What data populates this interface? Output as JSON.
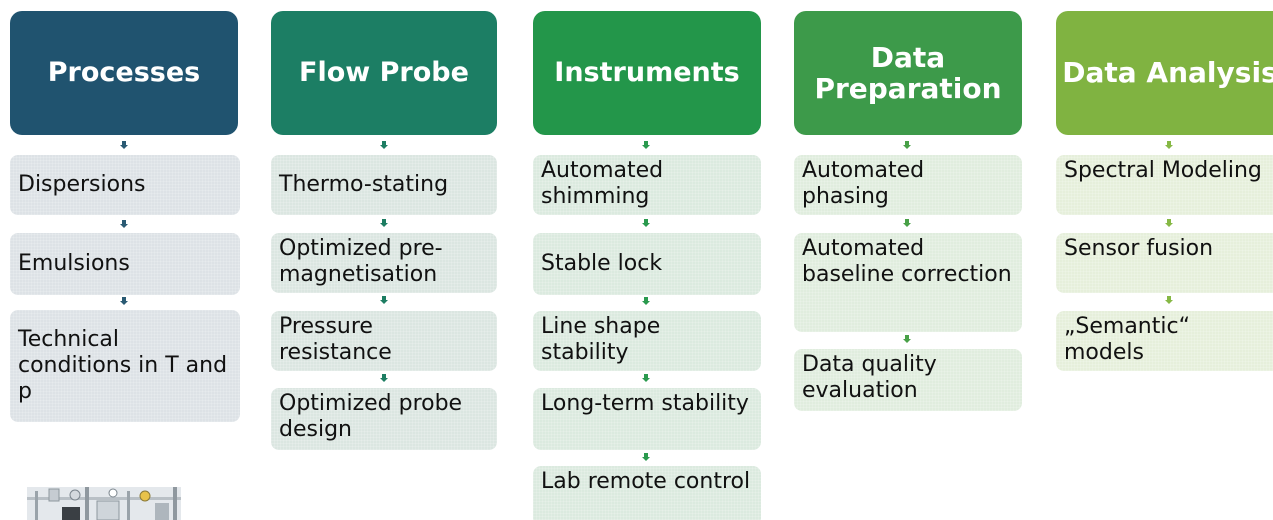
{
  "columns": [
    {
      "header": "Processes",
      "header_color": "#20536f",
      "arrow_color": "#2a5a73",
      "box_color": "#dde2e6",
      "items": [
        "Dispersions",
        "Emulsions",
        "Technical conditions in T and p"
      ]
    },
    {
      "header": "Flow Probe",
      "header_color": "#1c7e64",
      "arrow_color": "#1d7d62",
      "box_color": "#dbe6e1",
      "items": [
        "Thermo-stating",
        "Optimized pre-magnetisation",
        "Pressure resistance",
        "Optimized probe design"
      ]
    },
    {
      "header": "Instruments",
      "header_color": "#23964a",
      "arrow_color": "#2a9a4e",
      "box_color": "#dbeadf",
      "items": [
        "Automated shimming",
        "Stable lock",
        "Line shape stability",
        "Long-term stability",
        "Lab remote control"
      ]
    },
    {
      "header": "Data Preparation",
      "header_color": "#3d9a4a",
      "arrow_color": "#48a047",
      "box_color": "#e0edde",
      "items": [
        "Automated phasing",
        "Automated baseline correction",
        "Data quality evaluation"
      ]
    },
    {
      "header": "Data Analysis",
      "header_color": "#80b341",
      "arrow_color": "#86b845",
      "box_color": "#e6efdb",
      "items": [
        "Spectral Modeling",
        "Sensor fusion",
        "„Semantic“ models"
      ]
    }
  ],
  "photo_icon": "lab-equipment-photo"
}
